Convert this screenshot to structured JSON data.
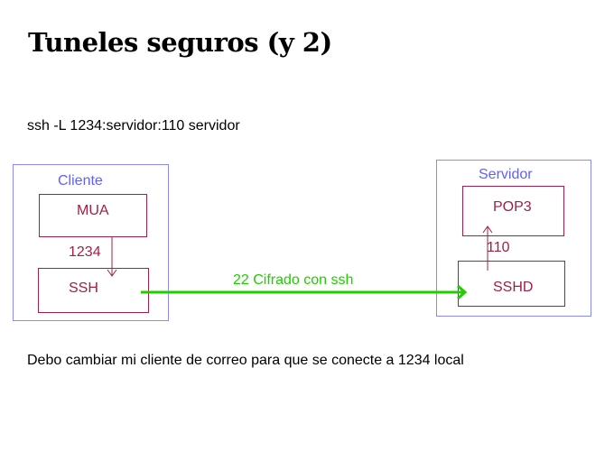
{
  "title": "Tuneles seguros (y 2)",
  "command": "ssh -L 1234:servidor:110 servidor",
  "client": {
    "label": "Cliente",
    "mua": "MUA",
    "ssh": "SSH",
    "port": "1234"
  },
  "server": {
    "label": "Servidor",
    "pop3": "POP3",
    "sshd": "SSHD",
    "port": "110"
  },
  "tunnel": {
    "label": "22 Cifrado con ssh"
  },
  "note": "Debo cambiar mi cliente de correo para que se conecte a 1234 local",
  "colors": {
    "group_border": "#8a8aff",
    "group_label": "#6060ff",
    "node_border": "#a0204a",
    "node_label": "#a0204a",
    "tunnel": "#22cc00",
    "port_label": "#a0204a"
  }
}
